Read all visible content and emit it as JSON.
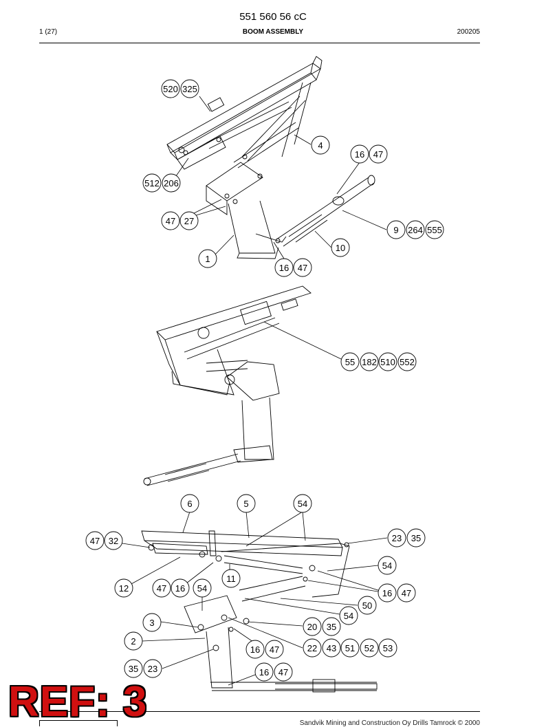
{
  "header": {
    "doc_number": "551 560 56 cC",
    "page": "1 (27)",
    "title": "BOOM ASSEMBLY",
    "date": "200205"
  },
  "ref_stamp": "REF: 3",
  "footer": {
    "copyright": "Sandvik Mining and Construction Oy Drills Tamrock © 2000"
  },
  "callouts": {
    "c520": "520",
    "c325": "325",
    "c4": "4",
    "c16a": "16",
    "c47a": "47",
    "c512": "512",
    "c206": "206",
    "c47b": "47",
    "c27": "27",
    "c9": "9",
    "c264": "264",
    "c555": "555",
    "c10": "10",
    "c1": "1",
    "c16b": "16",
    "c47c": "47",
    "c55": "55",
    "c182": "182",
    "c510": "510",
    "c552": "552",
    "c6": "6",
    "c5": "5",
    "c54a": "54",
    "c47d": "47",
    "c32": "32",
    "c23a": "23",
    "c35a": "35",
    "c54b": "54",
    "c11": "11",
    "c12": "12",
    "c47e": "47",
    "c16c": "16",
    "c54c": "54",
    "c16d": "16",
    "c47f": "47",
    "c50": "50",
    "c54d": "54",
    "c3": "3",
    "c20": "20",
    "c35b": "35",
    "c2": "2",
    "c16e": "16",
    "c47g": "47",
    "c22": "22",
    "c43": "43",
    "c51": "51",
    "c52": "52",
    "c53": "53",
    "c35c": "35",
    "c23b": "23",
    "c16f": "16",
    "c47h": "47"
  },
  "colors": {
    "ref_stamp": "#d01010"
  }
}
